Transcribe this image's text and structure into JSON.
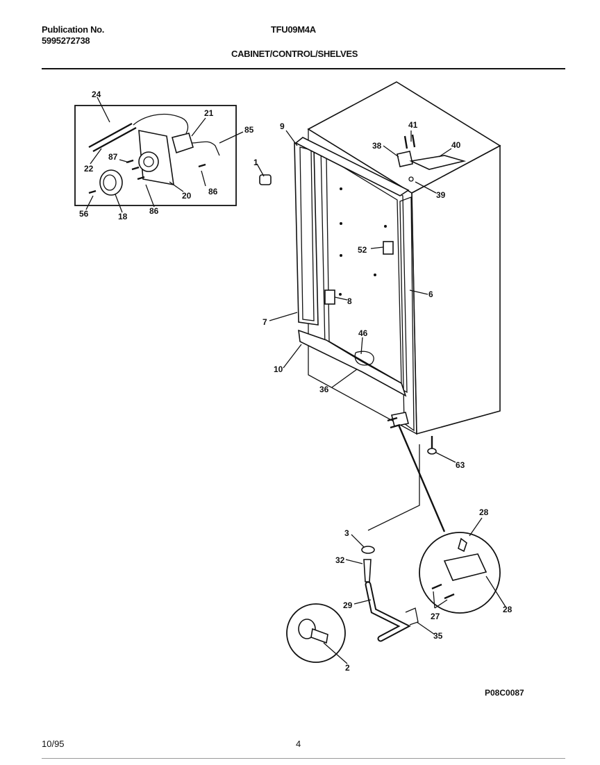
{
  "header": {
    "publication_label": "Publication No.",
    "publication_number": "5995272738",
    "model": "TFU09M4A",
    "section_title": "CABINET/CONTROL/SHELVES"
  },
  "parts": [
    {
      "id": "p24",
      "num": "24"
    },
    {
      "id": "p21",
      "num": "21"
    },
    {
      "id": "p85",
      "num": "85"
    },
    {
      "id": "p22",
      "num": "22"
    },
    {
      "id": "p87",
      "num": "87"
    },
    {
      "id": "p86a",
      "num": "86"
    },
    {
      "id": "p20",
      "num": "20"
    },
    {
      "id": "p56",
      "num": "56"
    },
    {
      "id": "p18",
      "num": "18"
    },
    {
      "id": "p86b",
      "num": "86"
    },
    {
      "id": "p9",
      "num": "9"
    },
    {
      "id": "p41",
      "num": "41"
    },
    {
      "id": "p38",
      "num": "38"
    },
    {
      "id": "p40",
      "num": "40"
    },
    {
      "id": "p1",
      "num": "1"
    },
    {
      "id": "p39",
      "num": "39"
    },
    {
      "id": "p52",
      "num": "52"
    },
    {
      "id": "p8",
      "num": "8"
    },
    {
      "id": "p6",
      "num": "6"
    },
    {
      "id": "p7",
      "num": "7"
    },
    {
      "id": "p46",
      "num": "46"
    },
    {
      "id": "p10",
      "num": "10"
    },
    {
      "id": "p36",
      "num": "36"
    },
    {
      "id": "p63",
      "num": "63"
    },
    {
      "id": "p28a",
      "num": "28"
    },
    {
      "id": "p3",
      "num": "3"
    },
    {
      "id": "p32",
      "num": "32"
    },
    {
      "id": "p29",
      "num": "29"
    },
    {
      "id": "p27",
      "num": "27"
    },
    {
      "id": "p28b",
      "num": "28"
    },
    {
      "id": "p35",
      "num": "35"
    },
    {
      "id": "p2",
      "num": "2"
    }
  ],
  "figure_code": "P08C0087",
  "footer": {
    "date": "10/95",
    "page": "4"
  }
}
